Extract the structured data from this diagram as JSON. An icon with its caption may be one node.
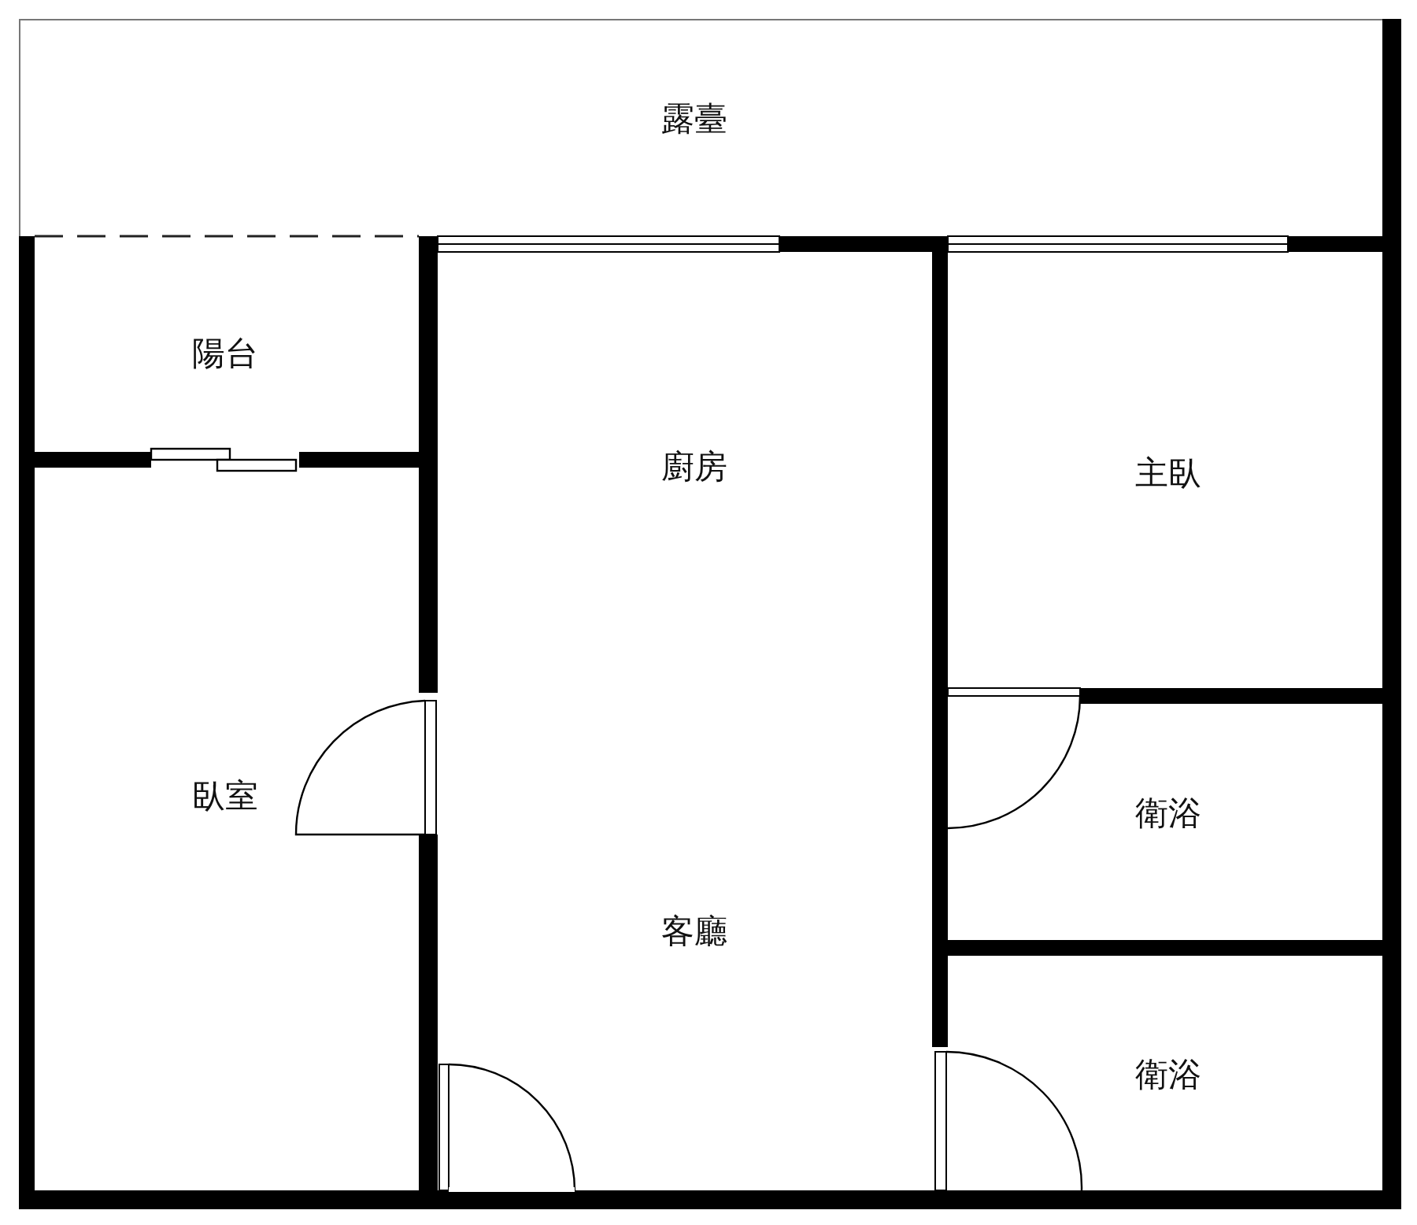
{
  "diagram": {
    "nodes": [
      {
        "text": [
          "露臺"
        ]
      },
      {
        "text": [
          "陽台"
        ]
      },
      {
        "text": [
          "廚房"
        ]
      },
      {
        "text": [
          "主臥"
        ]
      },
      {
        "text": [
          "臥室"
        ]
      },
      {
        "text": [
          "衛浴"
        ]
      },
      {
        "text": [
          "客廳"
        ]
      },
      {
        "text": [
          "衛浴"
        ]
      }
    ]
  }
}
